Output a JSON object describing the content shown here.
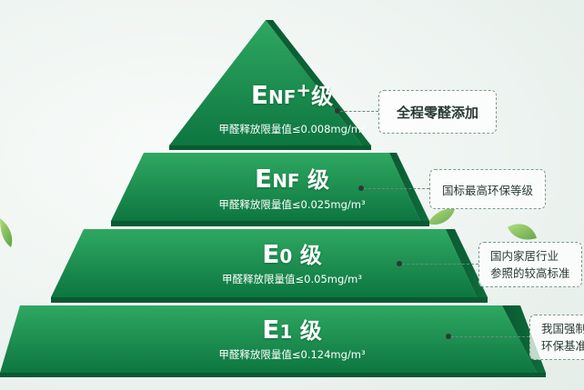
{
  "tiers": [
    {
      "title_main": "E",
      "title_small": "NF",
      "title_sup": "+",
      "title_grade": "级",
      "subtitle": "甲醛释放限量值≤0.008mg/m³"
    },
    {
      "title_main": "E",
      "title_small": "NF",
      "title_grade": " 级",
      "subtitle": "甲醛释放限量值≤0.025mg/m³"
    },
    {
      "title_main": "E",
      "title_small": "0",
      "title_grade": " 级",
      "subtitle": "甲醛释放限量值≤0.05mg/m³"
    },
    {
      "title_main": "E",
      "title_small": "1",
      "title_grade": " 级",
      "subtitle": "甲醛释放限量值≤0.124mg/m³"
    }
  ],
  "callouts": [
    {
      "lines": [
        "全程零醛添加"
      ]
    },
    {
      "lines": [
        "国标最高环保等级"
      ]
    },
    {
      "lines": [
        "国内家居行业",
        "参照的较高标准"
      ]
    },
    {
      "lines": [
        "我国强制",
        "环保基准"
      ]
    }
  ],
  "colors": {
    "pyramid_light": "#2fa862",
    "pyramid_dark": "#0b6a3a",
    "leaf": "#7cc243"
  }
}
